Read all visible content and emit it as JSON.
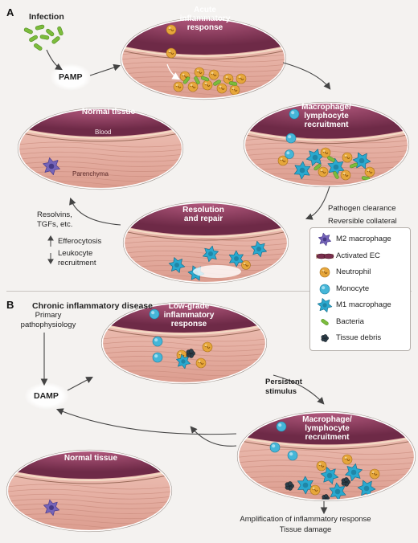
{
  "panels": {
    "a_letter": "A",
    "b_letter": "B",
    "b_title": "Chronic inflammatory disease"
  },
  "panel_a": {
    "infection": "Infection",
    "pamp": "PAMP",
    "acute": "Acute\ninflammatory\nresponse",
    "recruit": "Macrophage/\nlymphocyte\nrecruitment",
    "normal": "Normal tissue",
    "blood": "Blood",
    "parenchyma": "Parenchyma",
    "resolution": "Resolution\nand repair",
    "pathogen": "Pathogen clearance",
    "reversible": "Reversible collateral\ntissue damage",
    "resolvins": "Resolvins,\nTGFs, etc.",
    "efferocytosis": "Efferocytosis",
    "leukocyte": "Leukocyte\nrecruitment"
  },
  "panel_b": {
    "primary": "Primary\npathophysiology",
    "damp": "DAMP",
    "lowgrade": "Low-grade\ninflammatory\nresponse",
    "persistent": "Persistent\nstimulus",
    "recruit": "Macrophage/\nlymphocyte\nrecruitment",
    "normal": "Normal tissue",
    "amplification": "Amplification of inflammatory response",
    "damage": "Tissue damage"
  },
  "legend": [
    {
      "label": "M2 macrophage",
      "icon": "m2-macrophage-icon"
    },
    {
      "label": "Activated EC",
      "icon": "activated-ec-icon"
    },
    {
      "label": "Neutrophil",
      "icon": "neutrophil-icon"
    },
    {
      "label": "Monocyte",
      "icon": "monocyte-icon"
    },
    {
      "label": "M1 macrophage",
      "icon": "m1-macrophage-icon"
    },
    {
      "label": "Bacteria",
      "icon": "bacteria-icon"
    },
    {
      "label": "Tissue debris",
      "icon": "tissue-debris-icon"
    }
  ],
  "colors": {
    "vessel": "#8e3a5b",
    "tissue": "#e9b5a9",
    "neutrophil": "#e6a63a",
    "monocyte": "#45b6d8",
    "m1": "#2aa9cf",
    "m2": "#7564b9",
    "bacteria": "#7cbc3c"
  }
}
